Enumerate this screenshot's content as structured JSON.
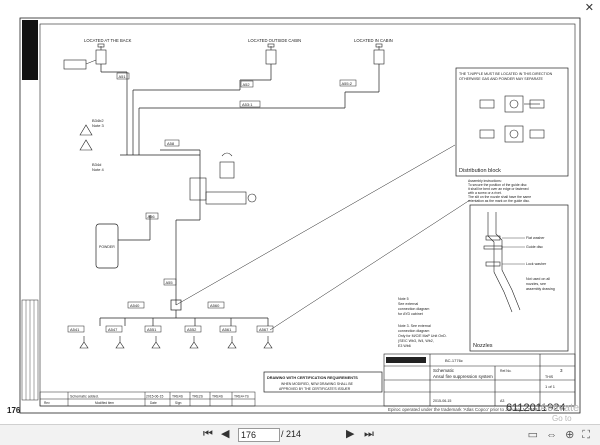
{
  "window": {
    "close_glyph": "✕"
  },
  "page_label": "176",
  "schematic": {
    "top_labels": [
      "LOCATED AT THE BACK",
      "LOCATED OUTSIDE CABIN",
      "LOCATED IN CABIN"
    ],
    "pipe_labels": {
      "a51": "A51",
      "a52": "A52",
      "a53": "A53:1",
      "a55": "A55:2",
      "a58": "A58",
      "a56": "A56",
      "a55b": "A55",
      "a540": "A540",
      "a560": "A560",
      "a541": "A541",
      "a547": "A547",
      "a551": "A551",
      "a552": "A552",
      "a561": "A561",
      "a567": "A567"
    },
    "notes_left": {
      "b34b2": "B34b2",
      "note3": "Note 3",
      "b34d": "B34d",
      "note4": "Note 4"
    },
    "powder_label": "POWDER",
    "tnipple_title": "THE T-NIPPLE MUST BE LOCATED IN THIS DIRECTION",
    "tnipple_sub": "OTHERWISE GAS AND POWDER MAY SEPARATE",
    "distribution_block": "Distribution block",
    "assembly_lines": [
      "Assembly instructions:",
      "To secure the position of the guide disc",
      "it shall be bent over an edge or fastened",
      "with a screw or a rivet.",
      "The slit on the nozzle shall have the same",
      "orientation as the mark on the guide disc."
    ],
    "nozzle_labels": [
      "Flat washer",
      "Guide disc",
      "Lock washer"
    ],
    "nozzle_note": [
      "Not used on all",
      "nozzles, see",
      "assembly drawing"
    ],
    "nozzles_caption": "Nozzles",
    "note5": [
      "Note 5",
      "See external",
      "connection diagram",
      "for AYD cabinet"
    ],
    "note3b": [
      "Note 3. See external",
      "connection diagram",
      "Only for M/C/E MaP Unit OnD.",
      "(SE/C Wb3, W4, Wb2,",
      "E3 Wb6"
    ],
    "cert_box": [
      "DRAWING WITH CERTIFICATION REQUIREMENTS",
      "WHEN MODIFIED, NEW DRAWING SHALL BE",
      "APPROVED BY THE CERTIFICATE'S ISSUER"
    ],
    "title_block": {
      "schematic": "Schematic",
      "description": "Ansul fire suppression system",
      "code": "BC-1776c",
      "rev_text": "Schematic added.",
      "date": "2015-06-15",
      "date2": "2015-06-15",
      "sheet": "1 of 1",
      "drawing_no": "3",
      "rev_codes": [
        "TRE4S",
        "TRE2S",
        "TRE4S",
        "TRE4+7S"
      ],
      "rev_col_labels": [
        "Rev",
        "Modified item",
        "Date",
        "Sign"
      ],
      "ref": "Ref.No.",
      "scale": "THIS",
      "format": "A3"
    }
  },
  "doc_id": "6112011924",
  "footnote": "Epiroc operated under the trademark 'Atlas Copco' prior to January 1, 2018",
  "watermark": {
    "line1": "Activate",
    "line2": "Go to Settings"
  },
  "toolbar": {
    "first_glyph": "⏮",
    "prev_glyph": "◀",
    "page_current": "176",
    "page_total": "/ 214",
    "next_glyph": "▶",
    "last_glyph": "⏭"
  }
}
